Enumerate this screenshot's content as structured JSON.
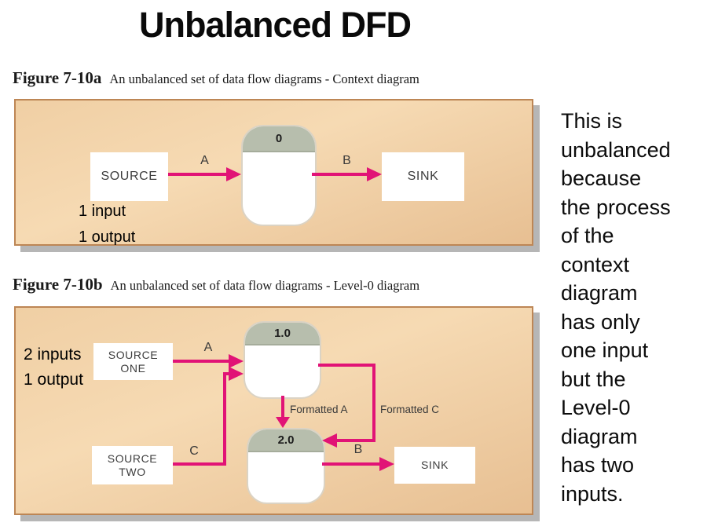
{
  "title": "Unbalanced DFD",
  "colors": {
    "arrow": "#e11376",
    "panel_light": "#f6dab3",
    "panel_mid": "#f0cfa4",
    "panel_dark": "#e7bf92",
    "panel_border": "#bd8655",
    "panel_shadow": "#b6b6b6",
    "process_header": "#b7bead",
    "process_border": "#dbd3c4",
    "node_text": "#3d3d3d",
    "label_text": "#3a3a3a"
  },
  "figure_a": {
    "label": "Figure 7-10a",
    "caption": "An unbalanced set of data flow diagrams - Context diagram",
    "process_id": "0",
    "source_label": "SOURCE",
    "sink_label": "SINK",
    "flow_a": "A",
    "flow_b": "B",
    "note_inputs": "1 input",
    "note_outputs": "1 output"
  },
  "figure_b": {
    "label": "Figure 7-10b",
    "caption": "An unbalanced set of data flow diagrams - Level-0 diagram",
    "process_one_id": "1.0",
    "process_two_id": "2.0",
    "source_one_label": "SOURCE\nONE",
    "source_two_label": "SOURCE\nTWO",
    "sink_label": "SINK",
    "flow_a": "A",
    "flow_b": "B",
    "flow_c": "C",
    "flow_formatted_a": "Formatted A",
    "flow_formatted_c": "Formatted C",
    "note_inputs": "2 inputs",
    "note_outputs": "1 output"
  },
  "side_note": "This is\nunbalanced\nbecause\nthe process\nof the\ncontext\ndiagram\nhas only\none input\nbut the\nLevel-0\ndiagram\nhas two\ninputs."
}
